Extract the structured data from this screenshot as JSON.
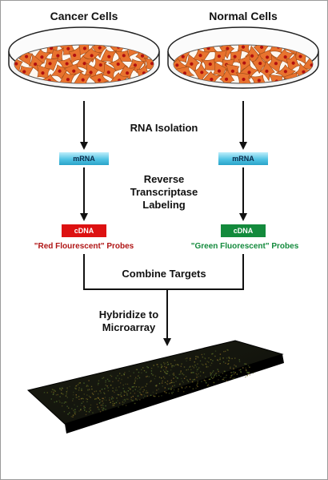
{
  "dishes": {
    "left_title": "Cancer Cells",
    "right_title": "Normal Cells"
  },
  "steps": {
    "rna_isolation": "RNA Isolation",
    "reverse_line1": "Reverse",
    "reverse_line2": "Transcriptase",
    "reverse_line3": "Labeling",
    "combine": "Combine Targets",
    "hybridize_line1": "Hybridize to",
    "hybridize_line2": "Microarray"
  },
  "badges": {
    "mrna_left": "mRNA",
    "mrna_right": "mRNA",
    "cdna_left": "cDNA",
    "cdna_right": "cDNA"
  },
  "probes": {
    "left": "\"Red Flourescent\" Probes",
    "right": "\"Green Fluorescent\" Probes"
  },
  "colors": {
    "cell": "#e8732e",
    "nucleus": "#b01010",
    "cdna_left": "#dd1111",
    "cdna_right": "#138a3c",
    "probe_left": "#b01515",
    "probe_right": "#138a3c",
    "arrow": "#111111"
  }
}
